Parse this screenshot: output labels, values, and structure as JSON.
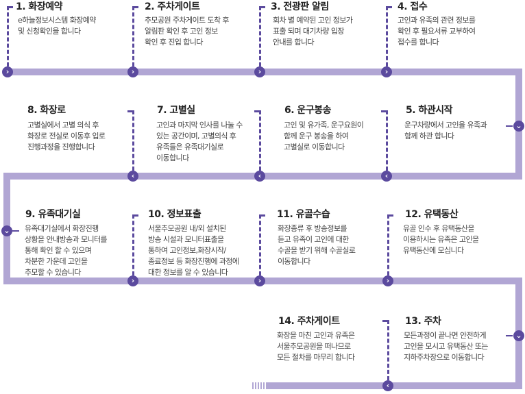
{
  "colors": {
    "track": "#b1a6d4",
    "accent": "#5b4a9e",
    "text": "#333333"
  },
  "icons": {
    "arrow_right": "›",
    "arrow_left": "‹",
    "arrow_down": "⌄"
  },
  "steps": [
    {
      "number": 1,
      "title": "1. 화장예약",
      "desc": "e하늘정보시스템 화장예약\n및 신청확인을 합니다"
    },
    {
      "number": 2,
      "title": "2. 주차게이트",
      "desc": "추모공원 주차게이트 도착 후\n알림판 확인 후 고인 정보\n확인 후 진입 합니다"
    },
    {
      "number": 3,
      "title": "3. 전광판 알림",
      "desc": "회차 별 예약된 고인 정보가\n표출 되며 대기차량 입장\n안내를 합니다"
    },
    {
      "number": 4,
      "title": "4. 접수",
      "desc": "고인과 유족의 관련 정보를\n확인 후 필요서류 교부하여\n접수를 합니다"
    },
    {
      "number": 5,
      "title": "5. 하관시작",
      "desc": "운구차량에서 고인을 유족과\n함께 하관 합니다"
    },
    {
      "number": 6,
      "title": "6. 운구봉송",
      "desc": "고인 및 유가족, 운구요원이\n함께  운구 봉송을 하여\n고별실로 이동합니다"
    },
    {
      "number": 7,
      "title": "7. 고별실",
      "desc": "고인과 마지막 인사를 나눌 수\n있는 공간이며, 고별의식 후\n유족들은 유족대기실로\n이동합니다"
    },
    {
      "number": 8,
      "title": "8. 화장로",
      "desc": "고별실에서 고별 의식 후\n화장로 전실로 이동후 입로\n진행과정을 진행합니다"
    },
    {
      "number": 9,
      "title": "9. 유족대기실",
      "desc": "유족대기실에서 화장진행\n상황을 안내방송과 모니터를\n통해 확인 할 수 있으며\n차분한 가운데 고인을\n추모할 수 있습니다"
    },
    {
      "number": 10,
      "title": "10. 정보표출",
      "desc": "서울추모공원 내/외 설치된\n방송 시설과 모니터표출을\n통하여 고인정보,화장시작/\n종료정보 등 화장진행에 과정에\n대한 정보를 알 수 있습니다"
    },
    {
      "number": 11,
      "title": "11. 유골수습",
      "desc": "화장종류 후 방송정보를\n듣고 유족이 고인에 대한\n수골을 받기 위해 수골실로\n이동합니다"
    },
    {
      "number": 12,
      "title": "12. 유택동산",
      "desc": "유골 인수 후 유택동산을\n이용하시는 유족은 고인을\n유택동산에 모십니다"
    },
    {
      "number": 13,
      "title": "13. 주차",
      "desc": "모든과정이 끝나면 안전하게\n고인을 모시고 유택동산 또는\n지하주차장으로 이동합니다"
    },
    {
      "number": 14,
      "title": "14. 주차게이트",
      "desc": "화장을 마친 고인과 유족은\n서울추모공원을 떠나므로\n모든 절차를 마무리 합니다"
    }
  ]
}
